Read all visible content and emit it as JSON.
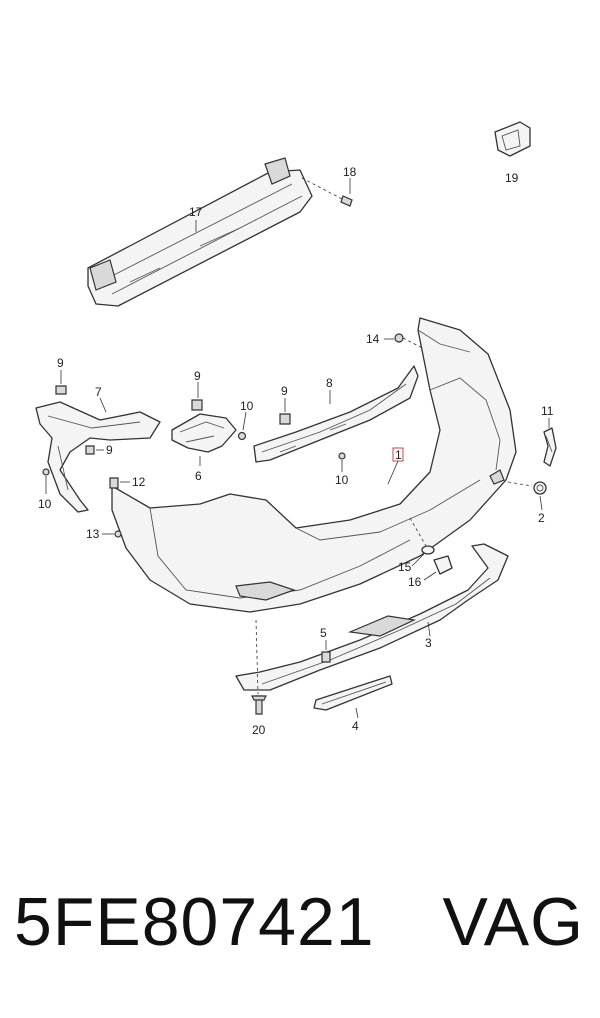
{
  "diagram": {
    "callouts": {
      "c1": "1",
      "c2": "2",
      "c3": "3",
      "c4": "4",
      "c5": "5",
      "c6": "6",
      "c7": "7",
      "c8": "8",
      "c9a": "9",
      "c9b": "9",
      "c9c": "9",
      "c9d": "9",
      "c10a": "10",
      "c10b": "10",
      "c10c": "10",
      "c11": "11",
      "c12": "12",
      "c13": "13",
      "c14": "14",
      "c15": "15",
      "c16": "16",
      "c17": "17",
      "c18": "18",
      "c19": "19",
      "c20": "20"
    }
  },
  "footer": {
    "part_number": "5FE807421",
    "brand": "VAG"
  }
}
